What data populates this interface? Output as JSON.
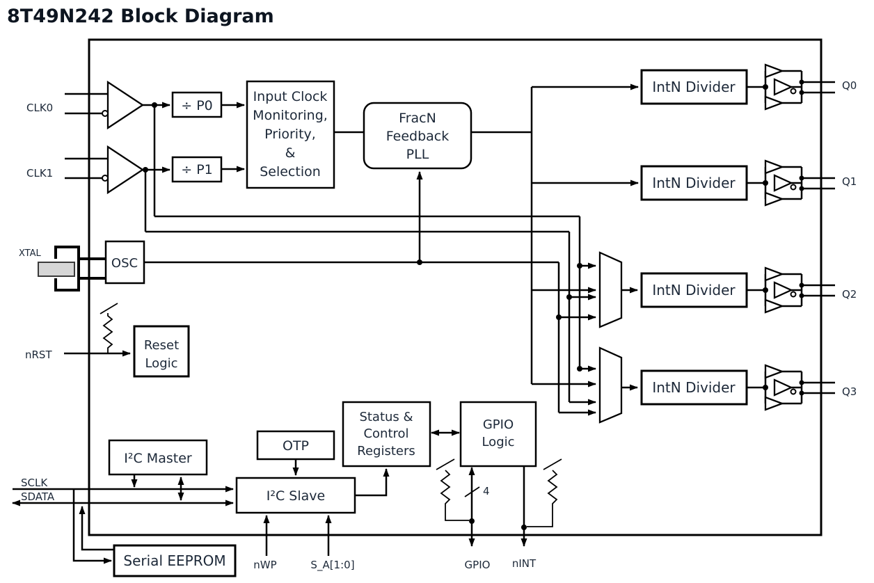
{
  "title": "8T49N242 Block Diagram",
  "colors": {
    "line": "#000000",
    "text": "#1c2838",
    "title": "#0d1520",
    "crystal_fill": "#d6d6d6"
  },
  "pins": {
    "clk0": "CLK0",
    "clk1": "CLK1",
    "xtal": "XTAL",
    "nrst": "nRST",
    "sclk": "SCLK",
    "sdata": "SDATA",
    "nwp": "nWP",
    "sa": "S_A[1:0]",
    "gpio": "GPIO",
    "nint": "nINT",
    "q0": "Q0",
    "q1": "Q1",
    "q2": "Q2",
    "q3": "Q3"
  },
  "blocks": {
    "div_p0": "÷ P0",
    "div_p1": "÷ P1",
    "input_clock": {
      "lines": [
        "Input Clock",
        "Monitoring,",
        "Priority,",
        "&",
        "Selection"
      ]
    },
    "pll": {
      "lines": [
        "FracN",
        "Feedback",
        "PLL"
      ]
    },
    "osc": "OSC",
    "reset_logic": {
      "lines": [
        "Reset",
        "Logic"
      ]
    },
    "i2c_master": "I²C Master",
    "otp": "OTP",
    "i2c_slave": "I²C Slave",
    "status_ctrl": {
      "lines": [
        "Status &",
        "Control",
        "Registers"
      ]
    },
    "gpio_logic": {
      "lines": [
        "GPIO",
        "Logic"
      ]
    },
    "serial_eeprom": "Serial EEPROM",
    "intn_divider": "IntN Divider"
  },
  "annotations": {
    "gpio_bus_width": "4"
  }
}
